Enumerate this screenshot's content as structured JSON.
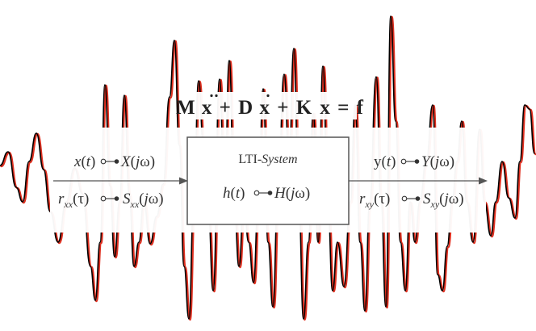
{
  "equation": {
    "M": "M",
    "x_ddot": "x",
    "plus1": "+",
    "D": "D",
    "x_dot": "x",
    "plus2": "+",
    "K": "K",
    "x": "x",
    "equals": "=",
    "f": "f"
  },
  "system_box": {
    "title_prefix": "LTI-",
    "title_suffix": "System",
    "h": "h",
    "t_arg": "t",
    "H": "H",
    "j": "j",
    "omega": "ω"
  },
  "input": {
    "x": "x",
    "t_arg": "t",
    "X": "X",
    "j": "j",
    "omega": "ω",
    "r": "r",
    "r_sub": "xx",
    "tau": "τ",
    "S": "S",
    "S_sub": "xx"
  },
  "output": {
    "y": "y",
    "t_arg": "t",
    "Y": "Y",
    "j": "j",
    "omega": "ω",
    "r": "r",
    "r_sub": "xy",
    "tau": "τ",
    "S": "S",
    "S_sub": "xy"
  },
  "colors": {
    "signal_black": "#000000",
    "signal_red": "#e03020",
    "box_stroke": "#555555",
    "arrow": "#555555",
    "text": "#333333"
  }
}
